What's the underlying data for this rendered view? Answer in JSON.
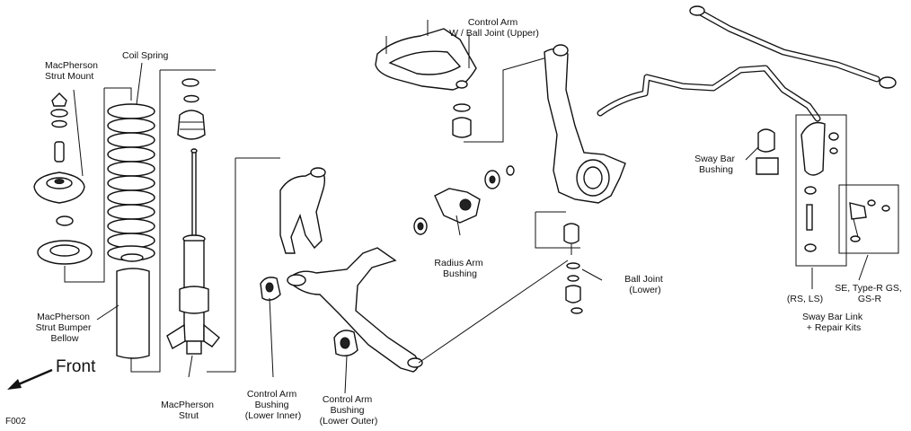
{
  "figure_code": "F002",
  "direction": {
    "label": "Front",
    "icon": "arrow-front-icon"
  },
  "labels": {
    "strut_mount": [
      "MacPherson",
      "Strut Mount"
    ],
    "coil_spring": [
      "Coil Spring"
    ],
    "upper_arm": [
      "Control Arm",
      "W / Ball Joint (Upper)"
    ],
    "sway_bar_bushing": [
      "Sway Bar",
      "Bushing"
    ],
    "radius_arm_bushing": [
      "Radius Arm",
      "Bushing"
    ],
    "ball_joint_lower": [
      "Ball Joint",
      "(Lower)"
    ],
    "bumper_bellow": [
      "MacPherson",
      "Strut Bumper",
      "Bellow"
    ],
    "strut": [
      "MacPherson",
      "Strut"
    ],
    "bushing_lower_inner": [
      "Control Arm",
      "Bushing",
      "(Lower Inner)"
    ],
    "bushing_lower_outer": [
      "Control Arm",
      "Bushing",
      "(Lower Outer)"
    ],
    "rs_ls": [
      "(RS, LS)"
    ],
    "se_type_r": [
      "SE, Type-R GS,",
      "GS-R"
    ],
    "sway_bar_link": [
      "Sway Bar Link",
      "+ Repair Kits"
    ]
  }
}
